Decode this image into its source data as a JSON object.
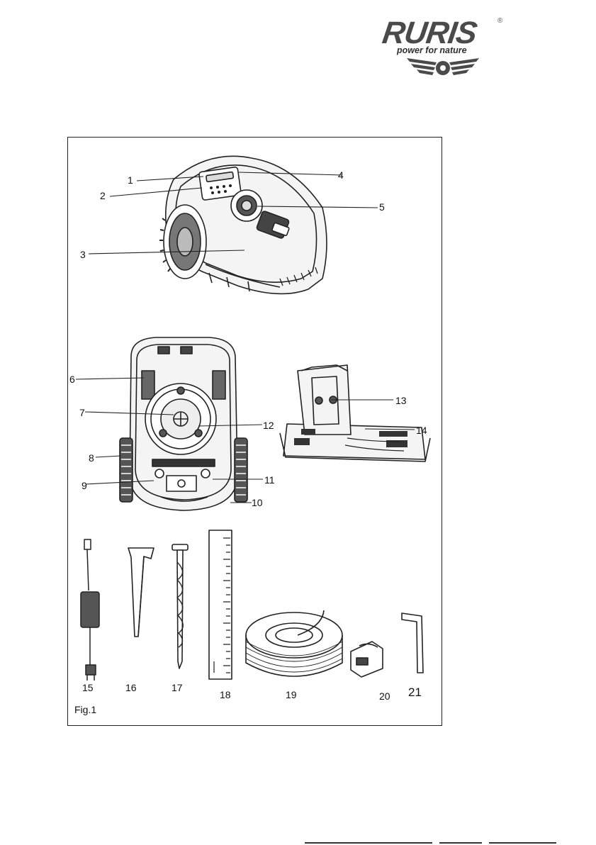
{
  "brand": {
    "name": "RURIS",
    "registered_mark": "®",
    "tagline": "power for nature"
  },
  "figure": {
    "caption": "Fig.1",
    "part_numbers": [
      "1",
      "2",
      "3",
      "4",
      "5",
      "6",
      "7",
      "8",
      "9",
      "10",
      "11",
      "12",
      "13",
      "14",
      "15",
      "16",
      "17",
      "18",
      "19",
      "20",
      "21"
    ]
  }
}
